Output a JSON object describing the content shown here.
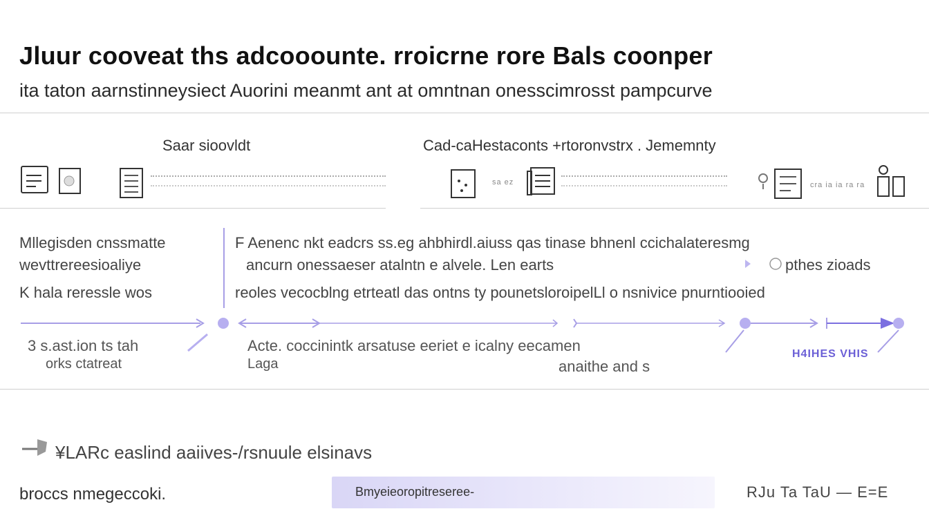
{
  "header": {
    "title": "Jluur cooveat ths adcooounte. rroicrne rore Bals coonper",
    "subtitle": "ita taton aarnstinneysiect Auorini meanmt ant at omntnan onesscimrosst pampcurve"
  },
  "sections": {
    "left_title": "Saar sioovldt",
    "right_title": "Cad-caHestaconts +rtoronvstrx . Jememnty",
    "right_small_label": "sa ez",
    "right_small_label_2": "cra ia ia ra ra"
  },
  "flow": {
    "left_text": [
      "Mllegisden cnssmatte",
      "wevttrereesioaliye",
      "K hala reressle wos"
    ],
    "center_line1": "F Aenenc nkt eadcrs ss.eg ahbhirdl.aiuss qas tinase bhnenl ccichalateresmg",
    "center_line2": "ancurn onessaeser atalntn e alvele. Len earts",
    "right_line2": "pthes zioads",
    "center_line3": "reoles vecocblng etrteatl das ontns ty pounetsloroipelLl o nsnivice pnurntiooied",
    "bottom_left_1": "3 s.ast.ion ts tah",
    "bottom_left_2": "orks ctatreat",
    "bottom_center_1": "Acte. coccinintk arsatuse eeriet e icalny eecamen",
    "bottom_center_2": "Laga",
    "bottom_center_3": "anaithe and s",
    "bottom_right": "H4IHES VHIS"
  },
  "lower": {
    "label": "¥LARc easlind aaiives-/rsnuule elsinavs",
    "footer_text": "broccs nmegeccoki.",
    "search_placeholder": "Bmyeieoropitreseree-",
    "right_controls": "RJu Ta TaU — E=E"
  },
  "colors": {
    "accent": "#6b5fd6",
    "accent_light": "#a79ee6",
    "search_bg": "#e3e0f8"
  }
}
